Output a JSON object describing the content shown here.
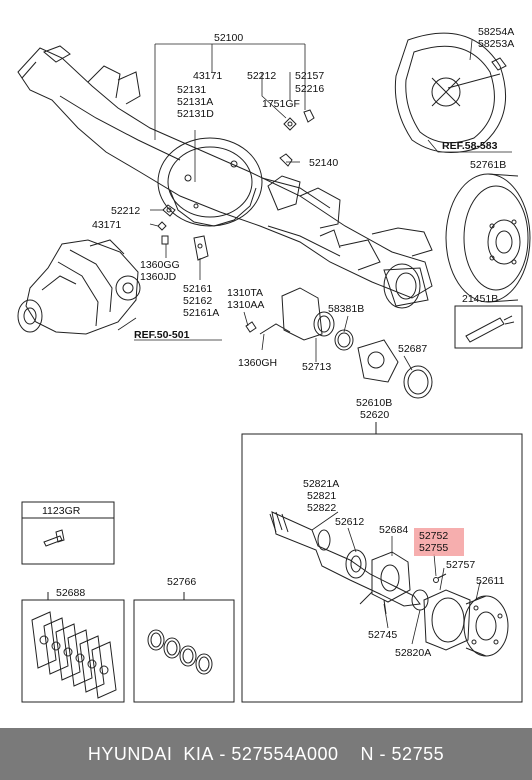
{
  "labels": {
    "l52100": "52100",
    "l43171a": "43171",
    "l52212a": "52212",
    "l52157": "52157",
    "l52216": "52216",
    "l52131": "52131",
    "l52131A": "52131A",
    "l52131D": "52131D",
    "l1751GF": "1751GF",
    "l52140": "52140",
    "l52212b": "52212",
    "l43171b": "43171",
    "l1360GG": "1360GG",
    "l1360JD": "1360JD",
    "l52161": "52161",
    "l52162": "52162",
    "l52161A": "52161A",
    "l1310TA": "1310TA",
    "l1310AA": "1310AA",
    "l58381B": "58381B",
    "l1360GH": "1360GH",
    "l52713": "52713",
    "l52687": "52687",
    "l58254A": "58254A",
    "l58253A": "58253A",
    "l52761B": "52761B",
    "l21451B": "21451B",
    "l52610B": "52610B",
    "l52620": "52620",
    "l52821A": "52821A",
    "l52821": "52821",
    "l52822": "52822",
    "l52612": "52612",
    "l52684": "52684",
    "l52752": "52752",
    "l52755": "52755",
    "l52757": "52757",
    "l52611": "52611",
    "l52745": "52745",
    "l52820A": "52820A",
    "l1123GR": "1123GR",
    "l52688": "52688",
    "l52766": "52766"
  },
  "refs": {
    "ref50": "REF.50-501",
    "ref58": "REF.58-583"
  },
  "highlight_color": "#f4a0a0",
  "footer": {
    "brand": "HYUNDAI  KIA",
    "separator1": " - ",
    "part_number": "527554A000",
    "gap": "    ",
    "prefix": "N",
    "separator2": " - ",
    "code": "52755"
  }
}
